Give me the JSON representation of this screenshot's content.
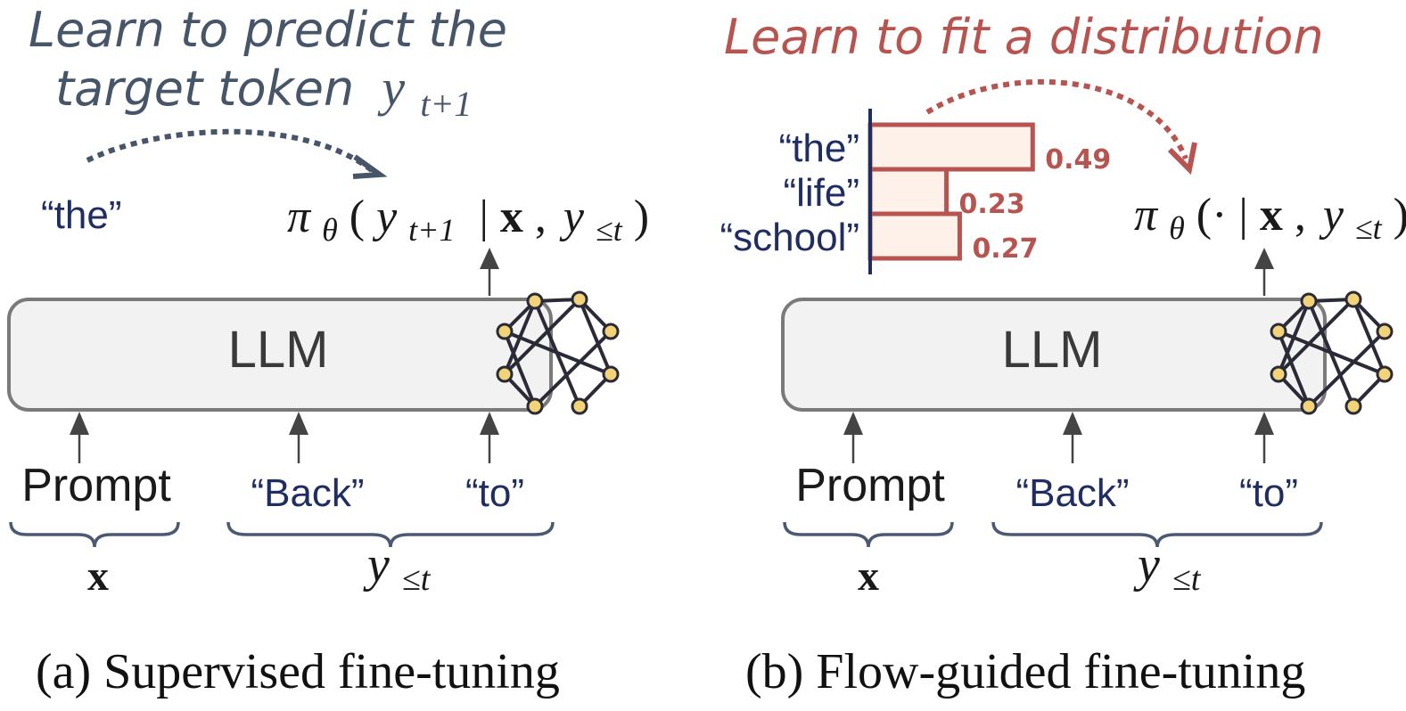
{
  "colors": {
    "slate": "#475569",
    "red": "#b85450",
    "navy": "#1f2d63",
    "box_fill": "#f2f2f2",
    "box_stroke": "#7a7a7a",
    "bar_fill": "#fdf1ea",
    "node_fill": "#f3d37a",
    "text_dark": "#1a1a1a"
  },
  "panel_a": {
    "headline_line1": "Learn to predict the",
    "headline_line2": "target token",
    "headline_var": "y",
    "headline_sub": "t+1",
    "token_the": "“the”",
    "output_pi": "π",
    "output_theta": "θ",
    "output_open": "(",
    "output_y": "y",
    "output_sub": "t+1",
    "output_given": "|",
    "output_x": "x",
    "output_comma": ",",
    "output_y2": "y",
    "output_sub2": "≤t",
    "output_close": ")",
    "llm_label": "LLM",
    "input_prompt": "Prompt",
    "input_back": "“Back”",
    "input_to": "“to”",
    "brace_x": "x",
    "brace_y": "y",
    "brace_y_sub": "≤t",
    "caption": "(a) Supervised fine-tuning"
  },
  "panel_b": {
    "headline": "Learn to fit a distribution",
    "token_labels": [
      "“the”",
      "“life”",
      "“school”"
    ],
    "probabilities": [
      0.49,
      0.23,
      0.27
    ],
    "prob_labels": [
      "0.49",
      "0.23",
      "0.27"
    ],
    "output_pi": "π",
    "output_theta": "θ",
    "output_open": "(·",
    "output_given": "|",
    "output_x": "x",
    "output_comma": ",",
    "output_y": "y",
    "output_sub": "≤t",
    "output_close": ")",
    "llm_label": "LLM",
    "input_prompt": "Prompt",
    "input_back": "“Back”",
    "input_to": "“to”",
    "brace_x": "x",
    "brace_y": "y",
    "brace_y_sub": "≤t",
    "caption": "(b) Flow-guided fine-tuning"
  }
}
